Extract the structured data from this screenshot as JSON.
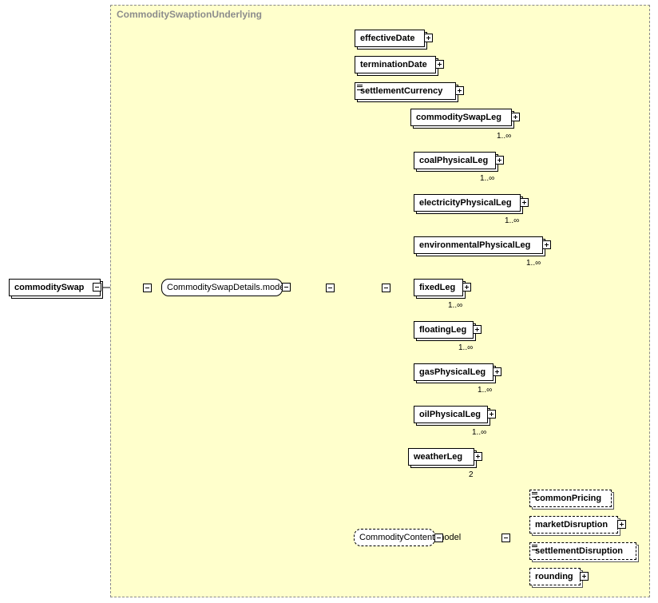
{
  "diagram": {
    "container_title": "CommoditySwaptionUnderlying",
    "root": {
      "label": "commoditySwap"
    },
    "sequence_models": [
      {
        "label": "CommoditySwapDetails.model"
      },
      {
        "label": "CommodityContent.model"
      }
    ],
    "details_children": [
      {
        "label": "effectiveDate",
        "expandable": true
      },
      {
        "label": "terminationDate",
        "expandable": true
      },
      {
        "label": "settlementCurrency",
        "expandable": true
      }
    ],
    "choice_children": [
      {
        "label": "commoditySwapLeg",
        "occurs": "1..∞",
        "expandable": true
      },
      {
        "label": "coalPhysicalLeg",
        "occurs": "1..∞",
        "expandable": true
      },
      {
        "label": "electricityPhysicalLeg",
        "occurs": "1..∞",
        "expandable": true
      },
      {
        "label": "environmentalPhysicalLeg",
        "occurs": "1..∞",
        "expandable": true
      },
      {
        "label": "fixedLeg",
        "occurs": "1..∞",
        "expandable": true
      },
      {
        "label": "floatingLeg",
        "occurs": "1..∞",
        "expandable": true
      },
      {
        "label": "gasPhysicalLeg",
        "occurs": "1..∞",
        "expandable": true
      },
      {
        "label": "oilPhysicalLeg",
        "occurs": "1..∞",
        "expandable": true
      },
      {
        "label": "weatherLeg",
        "occurs": "2",
        "expandable": true
      }
    ],
    "content_children": [
      {
        "label": "commonPricing",
        "expandable": false,
        "optional": true
      },
      {
        "label": "marketDisruption",
        "expandable": true,
        "optional": true
      },
      {
        "label": "settlementDisruption",
        "expandable": false,
        "optional": true
      },
      {
        "label": "rounding",
        "expandable": true,
        "optional": true
      }
    ],
    "colors": {
      "panel_fill": "#ffffcc",
      "panel_border": "#8a8a8a",
      "title": "#8c8c8c"
    }
  }
}
